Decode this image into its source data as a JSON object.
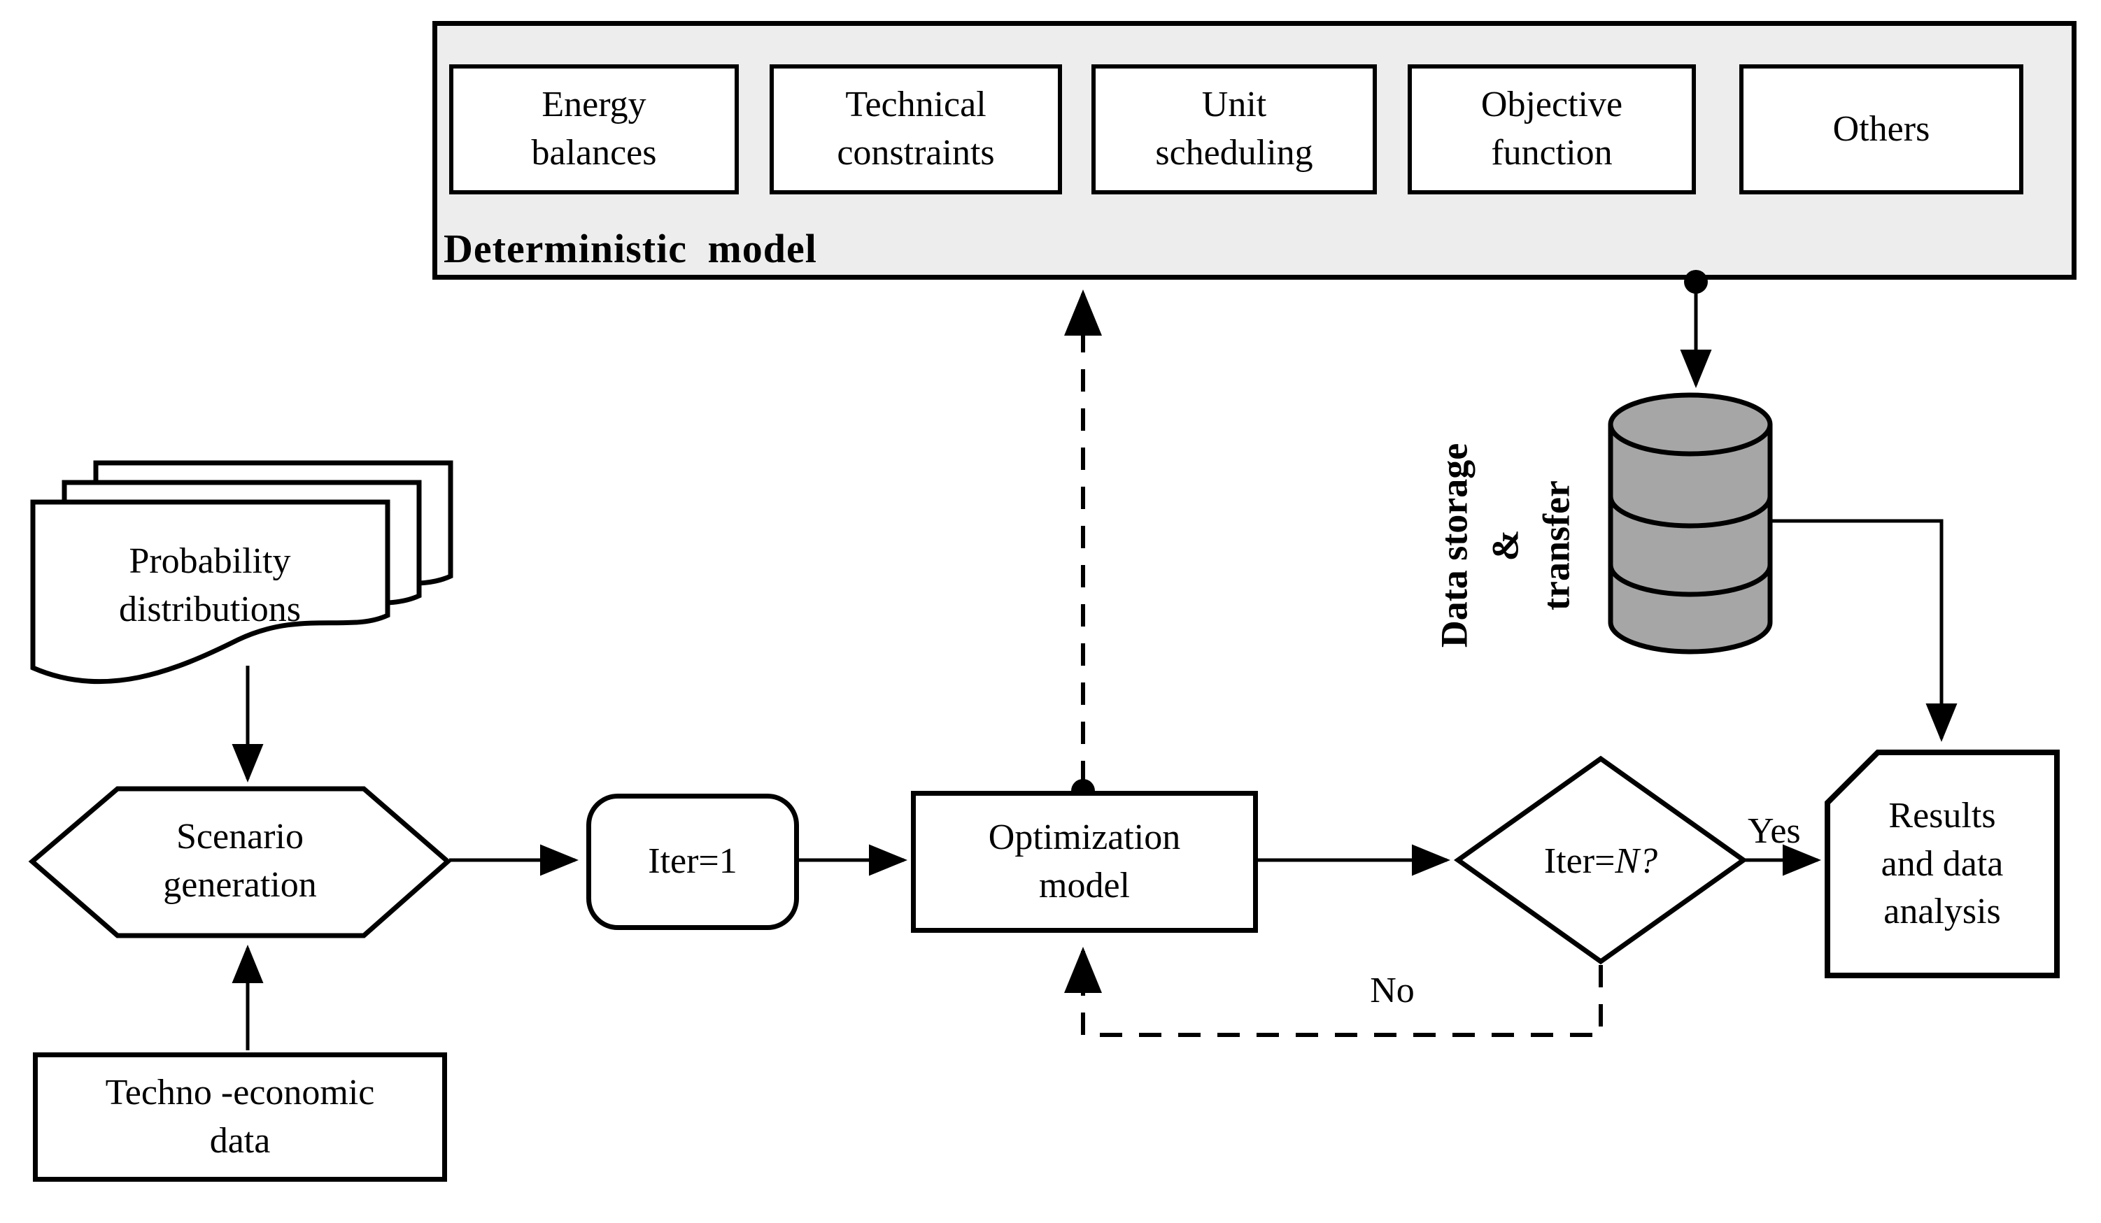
{
  "diagram": {
    "deterministic_panel": {
      "label": "Deterministic model",
      "boxes": [
        "Energy\nbalances",
        "Technical\nconstraints",
        "Unit\nscheduling",
        "Objective\nfunction",
        "Others"
      ]
    },
    "nodes": {
      "probability_distributions": "Probability\ndistributions",
      "scenario_generation": "Scenario\ngeneration",
      "techno_economic_data": "Techno -economic\ndata",
      "iter_init": "Iter=1",
      "optimization_model": "Optimization\nmodel",
      "iter_check_prefix": "Iter=",
      "iter_check_var": "N?",
      "results": "Results\nand data\nanalysis",
      "data_storage": "Data storage\n&\ntransfer"
    },
    "edges": {
      "yes_label": "Yes",
      "no_label": "No"
    },
    "colors": {
      "panel_fill": "#ededed",
      "node_fill": "#ffffff",
      "cylinder_fill": "#a6a6a6",
      "stroke": "#000000",
      "background": "#ffffff"
    }
  }
}
